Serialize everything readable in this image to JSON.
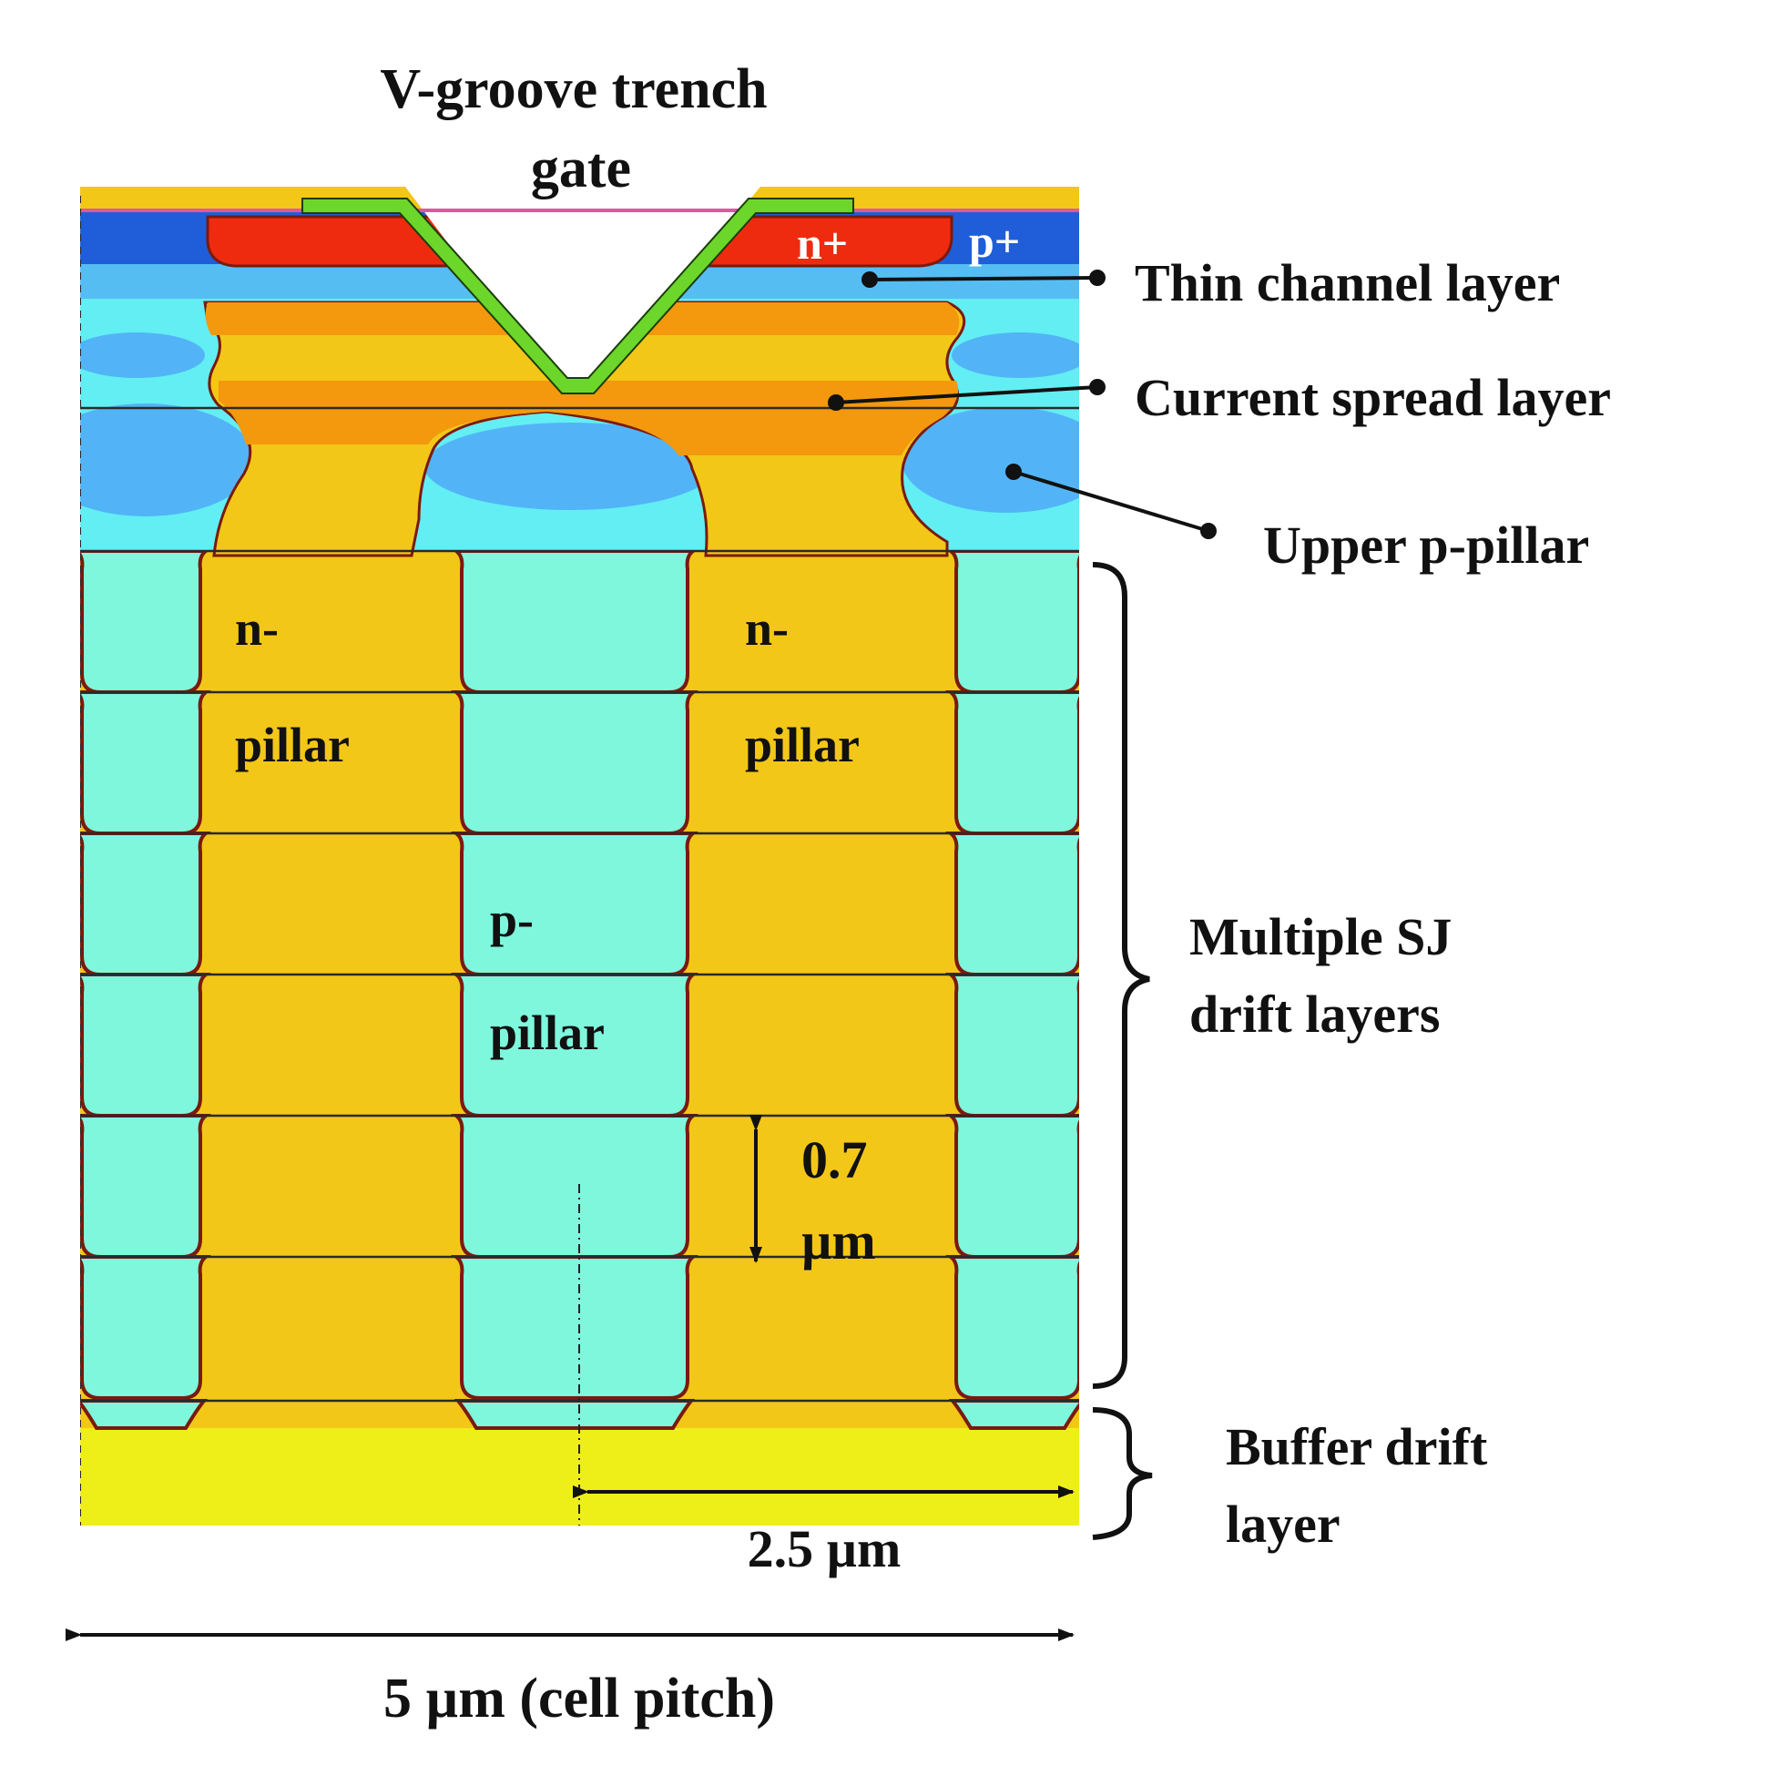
{
  "title": {
    "line1": "V-groove trench",
    "line2": "gate"
  },
  "region_labels": {
    "n_plus": "n+",
    "p_plus": "p+",
    "n_pillar_left_line1": "n-",
    "n_pillar_left_line2": "pillar",
    "n_pillar_right_line1": "n-",
    "n_pillar_right_line2": "pillar",
    "p_pillar_line1": "p-",
    "p_pillar_line2": "pillar"
  },
  "callouts": {
    "thin_channel": "Thin channel layer",
    "current_spread": "Current spread layer",
    "upper_p_pillar": "Upper p-pillar",
    "sj_line1": "Multiple SJ",
    "sj_line2": "drift layers",
    "buffer_line1": "Buffer drift",
    "buffer_line2": "layer"
  },
  "dimensions": {
    "layer_thickness_line1": "0.7",
    "layer_thickness_line2": "µm",
    "half_pitch": "2.5 µm",
    "cell_pitch": "5 µm (cell pitch)"
  },
  "colors": {
    "n_drift": "#f3c718",
    "p_pillar": "#7ff7dd",
    "junction": "#7a1a0e",
    "buffer": "#eeee18",
    "p_plus": "#1f5ed8",
    "n_plus": "#ef2b0f",
    "gate": "#6cd62a",
    "channel": "#56bdf3",
    "spread": "#f4980e",
    "upper_p_outer": "#62eef3",
    "upper_p_inner": "#52b4f6"
  }
}
